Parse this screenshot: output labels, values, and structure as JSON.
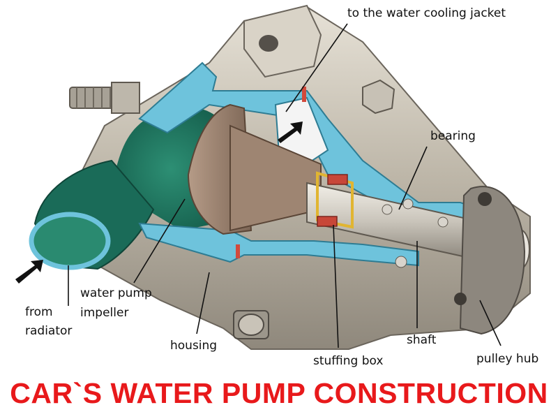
{
  "colors": {
    "title": "#e8191b",
    "coolant": "#1f7a63",
    "housing_section": "#6ec3dc",
    "metal": "#cfc9bd",
    "gasket": "#d24a3c"
  },
  "labels": {
    "cooling_jacket": "to the water cooling jacket",
    "bearing": "bearing",
    "impeller_line1": "water pump",
    "impeller_line2": "impeller",
    "from_line1": "from",
    "from_line2": "radiator",
    "housing": "housing",
    "stuffing_box": "stuffing box",
    "shaft": "shaft",
    "pulley_hub": "pulley hub"
  },
  "title": "CAR`S WATER PUMP CONSTRUCTION"
}
